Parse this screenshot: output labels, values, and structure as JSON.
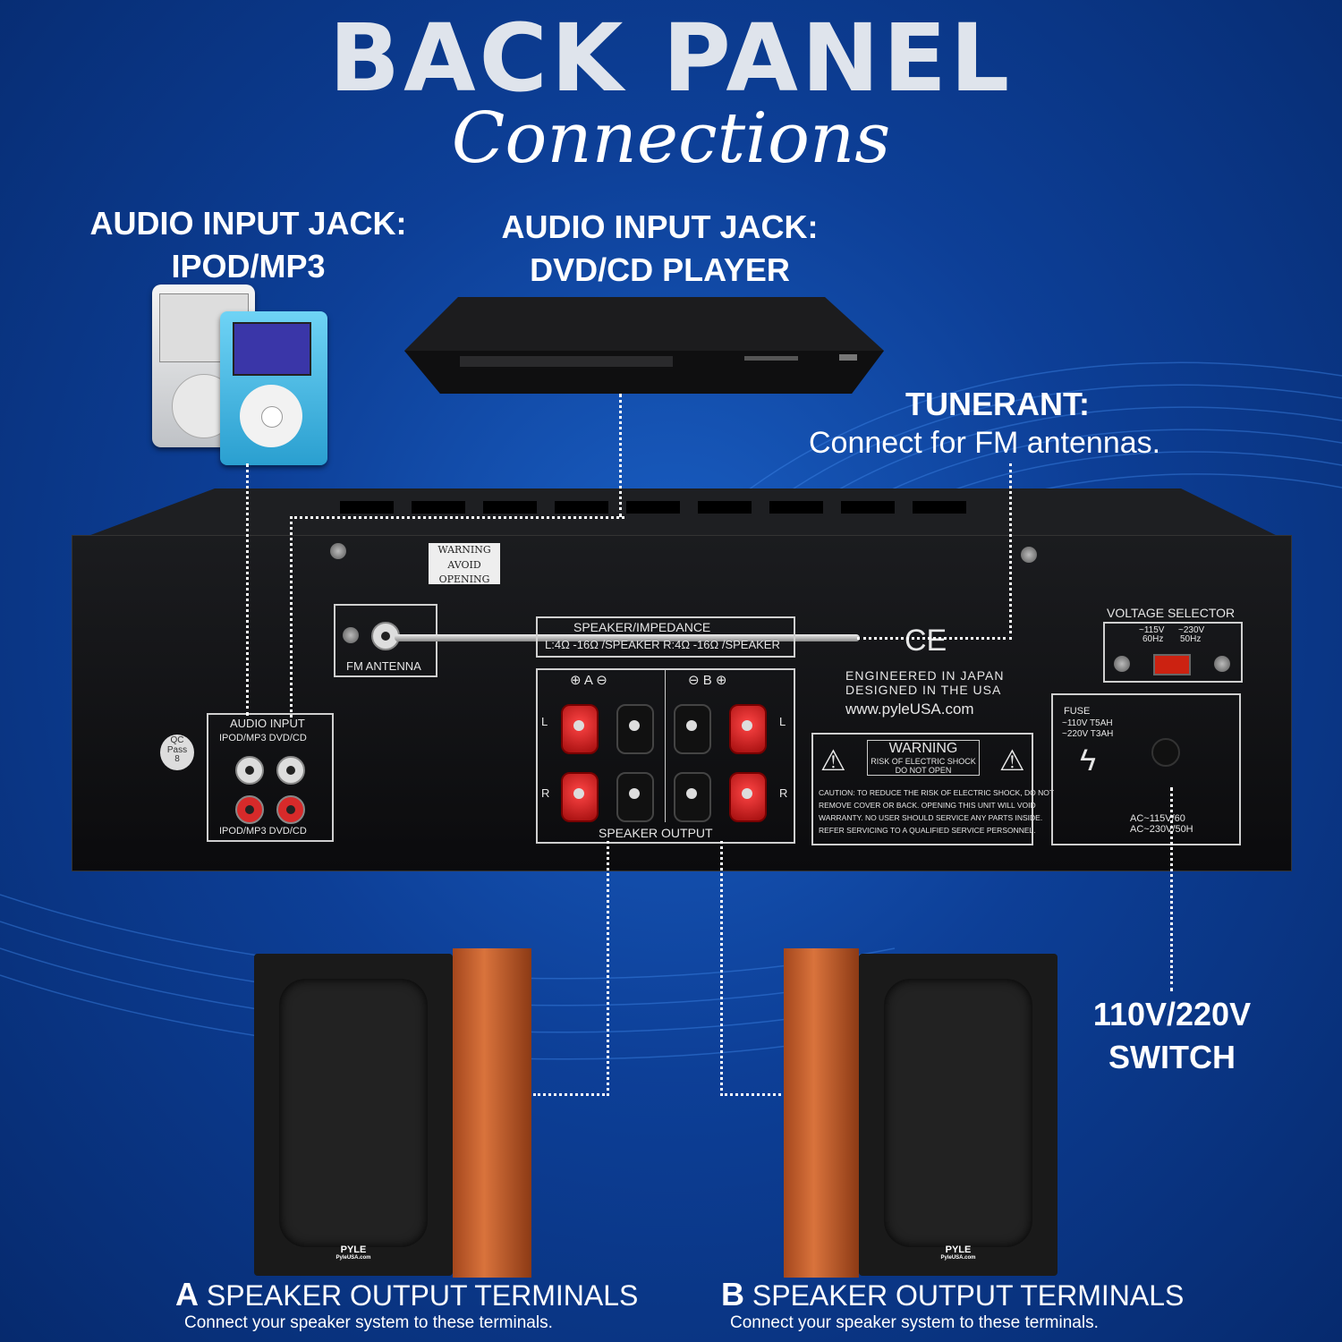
{
  "title": "BACK PANEL",
  "subtitle": "Connections",
  "callouts": {
    "ipod_jack": {
      "line1": "AUDIO INPUT JACK:",
      "line2": "IPOD/MP3"
    },
    "dvd_jack": {
      "line1": "AUDIO INPUT JACK:",
      "line2": "DVD/CD PLAYER"
    },
    "tuner": {
      "title": "TUNERANT:",
      "desc": "Connect for FM antennas."
    },
    "voltage_switch": {
      "line1": "110V/220V",
      "line2": "SWITCH"
    },
    "speaker_a": {
      "letter": "A",
      "title": "SPEAKER OUTPUT TERMINALS",
      "desc": "Connect your speaker system to these terminals."
    },
    "speaker_b": {
      "letter": "B",
      "title": "SPEAKER OUTPUT TERMINALS",
      "desc": "Connect your speaker system to these terminals."
    }
  },
  "panel": {
    "warning_sticker": [
      "WARNING",
      "AVOID OPENING"
    ],
    "fm_antenna": "FM ANTENNA",
    "speaker_impedance": "SPEAKER/IMPEDANCE",
    "impedance_values": "L:4Ω -16Ω /SPEAKER   R:4Ω -16Ω /SPEAKER",
    "channel_a": "⊕  A  ⊖",
    "channel_b": "⊖  B  ⊕",
    "speaker_output": "SPEAKER OUTPUT",
    "audio_input": "AUDIO INPUT",
    "input_labels": "IPOD/MP3  DVD/CD",
    "qc": [
      "QC",
      "Pass",
      "8"
    ],
    "engineered": "ENGINEERED IN JAPAN",
    "designed": "DESIGNED IN THE USA",
    "website": "www.pyleUSA.com",
    "ce": "CE",
    "warning_title": "WARNING",
    "warning_sub1": "RISK OF ELECTRIC SHOCK",
    "warning_sub2": "DO NOT OPEN",
    "caution": [
      "CAUTION: TO REDUCE THE RISK OF ELECTRIC SHOCK, DO NOT",
      "REMOVE COVER OR BACK. OPENING THIS UNIT WILL VOID",
      "WARRANTY. NO USER SHOULD SERVICE ANY PARTS INSIDE.",
      "REFER SERVICING TO A QUALIFIED SERVICE PERSONNEL."
    ],
    "voltage_selector": "VOLTAGE SELECTOR",
    "v115": [
      "~115V",
      "60Hz"
    ],
    "v230": [
      "~230V",
      "50Hz"
    ],
    "fuse": [
      "FUSE",
      "~110V T5AH",
      "~220V T3AH"
    ],
    "ac": [
      "AC~115V/60",
      "AC~230V/50H"
    ],
    "ch_l": "L",
    "ch_r": "R"
  },
  "speaker_brand": {
    "name": "PYLE",
    "site": "PyleUSA.com"
  }
}
